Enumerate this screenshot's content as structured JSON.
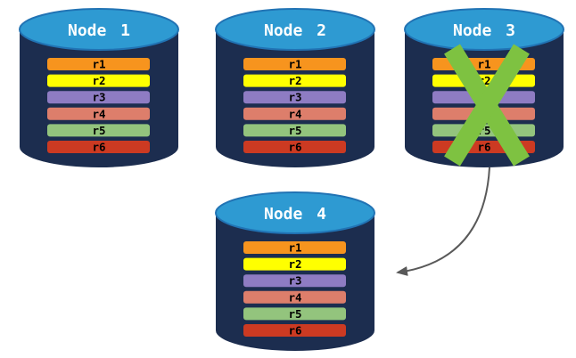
{
  "diagram": {
    "nodes": [
      {
        "label": "Node 1",
        "failed": false
      },
      {
        "label": "Node 2",
        "failed": false
      },
      {
        "label": "Node 3",
        "failed": true
      },
      {
        "label": "Node 4",
        "failed": false
      }
    ],
    "rows": [
      "r1",
      "r2",
      "r3",
      "r4",
      "r5",
      "r6"
    ]
  },
  "colors": {
    "cylinder_body": "#1C2D4F",
    "cylinder_top": "#2E9AD2",
    "cylinder_top_stroke": "#2173B4",
    "rows": [
      "#F7941E",
      "#FFFF00",
      "#8E7CC3",
      "#DD7E6B",
      "#93C47D",
      "#CC3A22"
    ],
    "failure_x": "#7EC241",
    "arrow": "#595959"
  }
}
